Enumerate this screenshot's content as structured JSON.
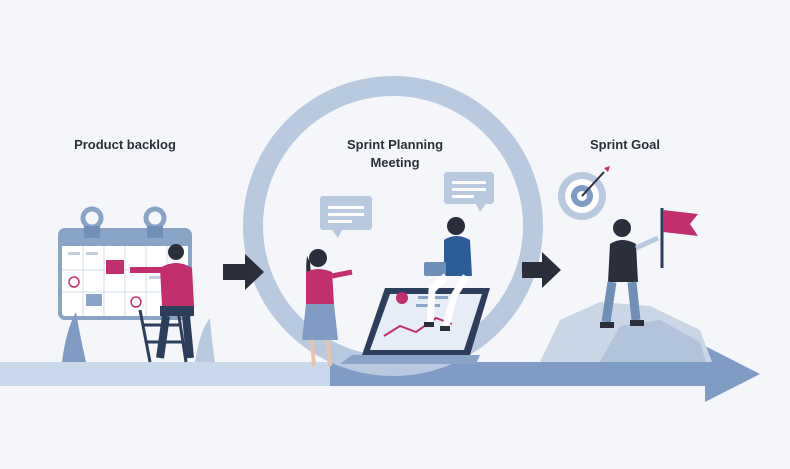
{
  "stages": {
    "backlog": {
      "label": "Product backlog"
    },
    "planning": {
      "label_line1": "Sprint Planning",
      "label_line2": "Meeting"
    },
    "goal": {
      "label": "Sprint Goal"
    }
  },
  "colors": {
    "background": "#f4f6f9",
    "timeline": "#b9cce3",
    "timeline_dark": "#6f8fb8",
    "cycle_ring": "#b3c6df",
    "arrow": "#2b2f3c",
    "accent": "#c22e6e",
    "navy": "#2c3e5c"
  },
  "icons": [
    "calendar-board-icon",
    "target-icon",
    "flag-icon",
    "speech-bubble-icon",
    "laptop-icon",
    "plant-icon"
  ]
}
